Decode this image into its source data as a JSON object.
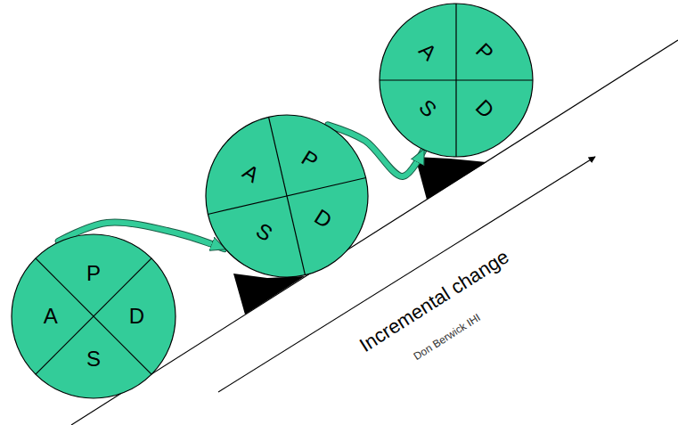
{
  "diagram": {
    "nodes": [
      {
        "text": [
          "P",
          "D",
          "S",
          "A"
        ]
      },
      {
        "text": [
          "P",
          "D",
          "S",
          "A"
        ]
      },
      {
        "text": [
          "P",
          "D",
          "S",
          "A"
        ]
      }
    ],
    "edges": [
      {
        "from": 0,
        "to": 1,
        "arrow": "to"
      },
      {
        "from": 1,
        "to": 2,
        "arrow": "to"
      }
    ],
    "labels": [
      "Incremental change",
      "Don Berwick IHI"
    ]
  }
}
